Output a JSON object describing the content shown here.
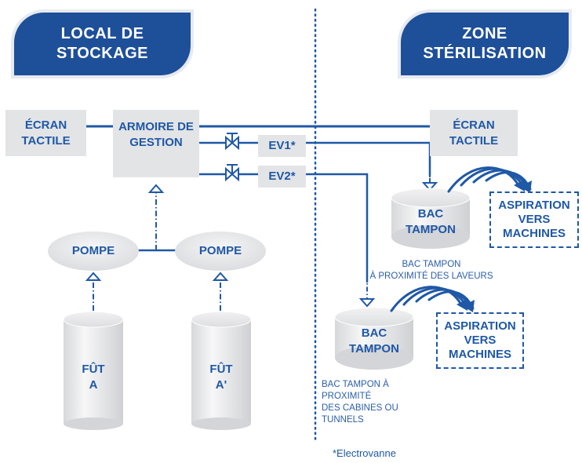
{
  "headers": {
    "local": [
      "LOCAL DE",
      "STOCKAGE"
    ],
    "zone": [
      "ZONE",
      "STÉRILISATION"
    ]
  },
  "local": {
    "ecran": [
      "ÉCRAN",
      "TACTILE"
    ],
    "armoire": [
      "ARMOIRE DE",
      "GESTION"
    ],
    "pompe_left": "POMPE",
    "pompe_right": "POMPE",
    "fut_a": [
      "FÛT",
      "A"
    ],
    "fut_a2": [
      "FÛT",
      "A'"
    ]
  },
  "valves": {
    "ev1": "EV1*",
    "ev2": "EV2*"
  },
  "zone": {
    "ecran": [
      "ÉCRAN",
      "TACTILE"
    ],
    "bac_top": [
      "BAC",
      "TAMPON"
    ],
    "bac_top_caption": [
      "BAC TAMPON",
      "À PROXIMITÉ DES LAVEURS"
    ],
    "aspiration_top": [
      "ASPIRATION",
      "VERS",
      "MACHINES"
    ],
    "bac_bottom": [
      "BAC",
      "TAMPON"
    ],
    "bac_bottom_caption": [
      "BAC TAMPON À PROXIMITÉ",
      "DES CABINES OU TUNNELS"
    ],
    "aspiration_bottom": [
      "ASPIRATION",
      "VERS",
      "MACHINES"
    ]
  },
  "footnote": "*Electrovanne",
  "colors": {
    "brand_blue": "#1e4f99",
    "line_blue": "#1f58a6",
    "box_grey": "#e3e4e6"
  },
  "icons": [
    "valve-icon",
    "arrow-up-icon",
    "arrow-down-icon",
    "suction-swirl-icon"
  ]
}
